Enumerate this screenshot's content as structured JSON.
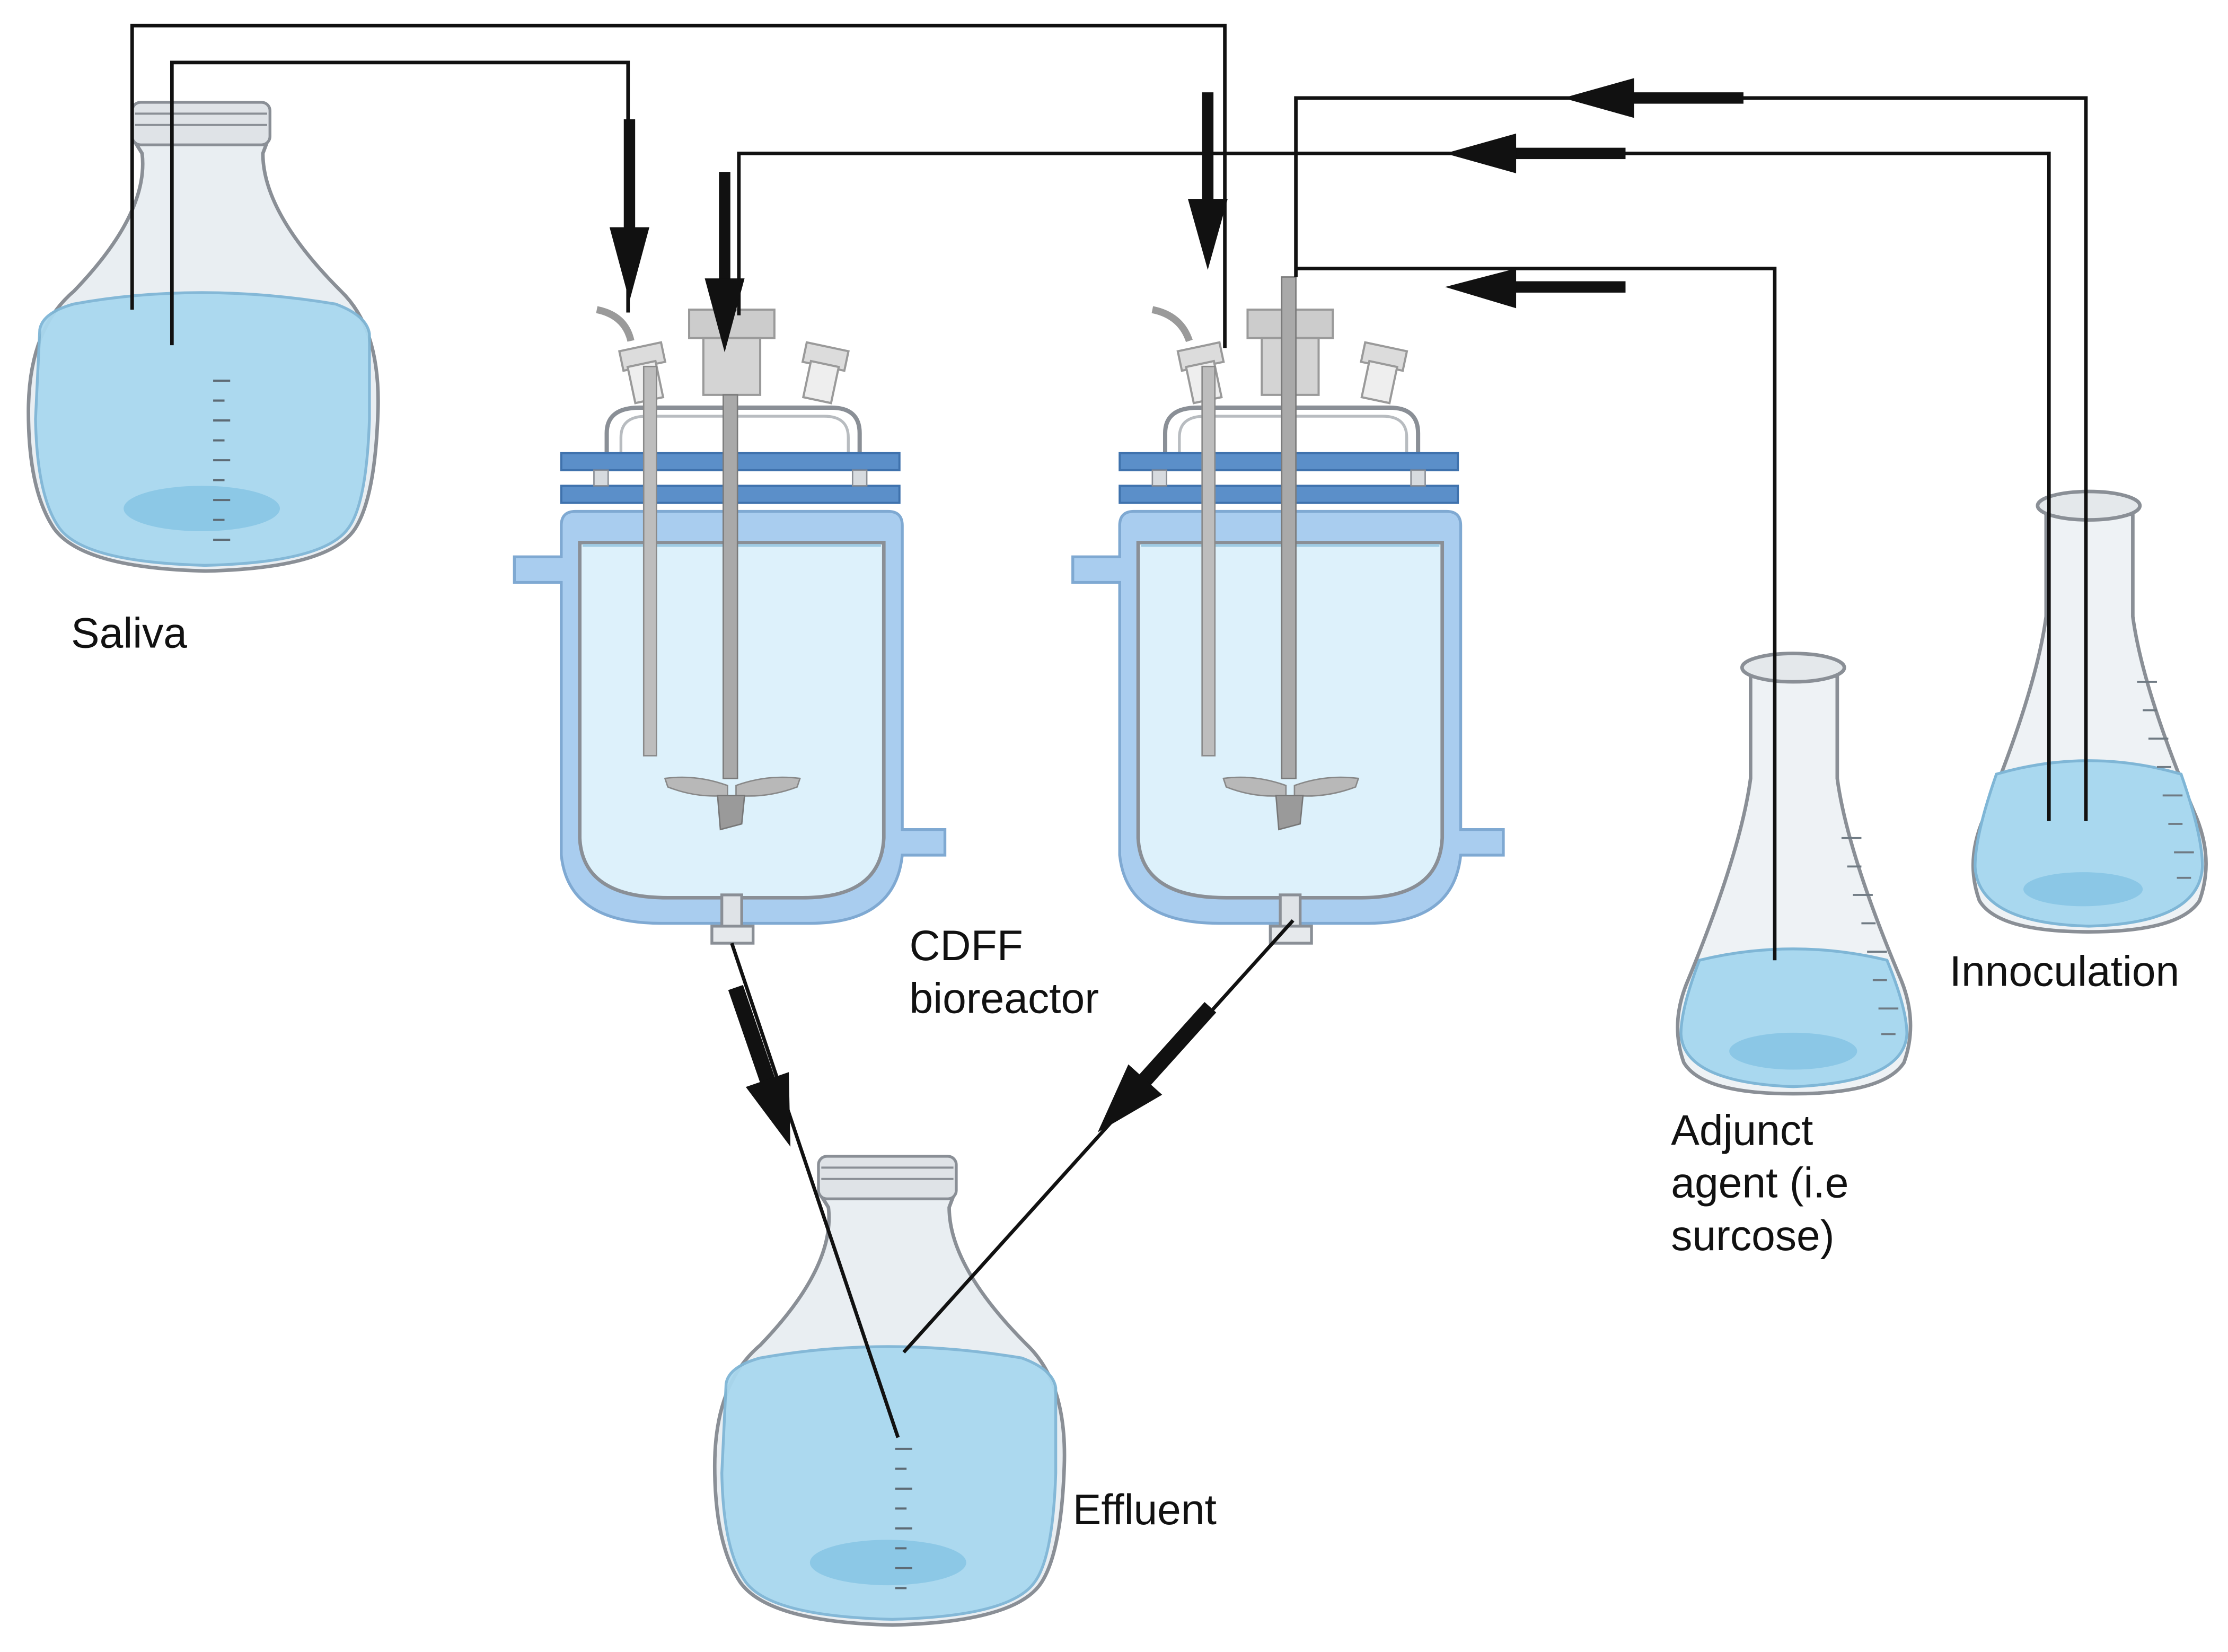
{
  "labels": {
    "saliva": "Saliva",
    "cdff_line1": "CDFF",
    "cdff_line2": "bioreactor",
    "effluent": "Effluent",
    "innoculation": "Innoculation",
    "adjunct_line1": "Adjunct",
    "adjunct_line2": "agent (i.e",
    "adjunct_line3": "surcose)"
  },
  "colors": {
    "liquid": "#a9d8ef",
    "liquid_dark": "#7fc1e2",
    "vessel_liquid": "#ddf1fb",
    "jacket": "#a9cdef",
    "clamp": "#5b8fc9",
    "glass_outline": "#8a8f96",
    "cap_gray": "#cccccc",
    "tube": "#111111"
  }
}
